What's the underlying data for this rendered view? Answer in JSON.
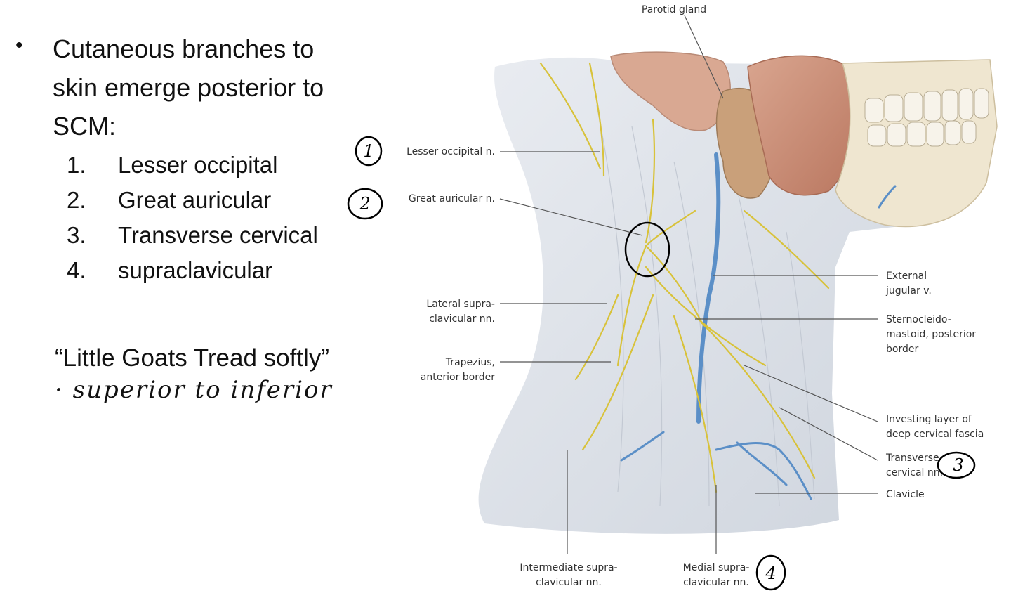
{
  "slide": {
    "bullet_line1": "Cutaneous branches to",
    "bullet_line2": "skin emerge posterior to",
    "bullet_line3": "SCM:",
    "items": [
      {
        "num": "1.",
        "text": "Lesser occipital"
      },
      {
        "num": "2.",
        "text": "Great auricular"
      },
      {
        "num": "3.",
        "text": "Transverse cervical"
      },
      {
        "num": "4.",
        "text": "supraclavicular"
      }
    ],
    "mnemonic": "“Little Goats Tread softly”",
    "handwritten_note": "· superior to inferior"
  },
  "diagram": {
    "labels": {
      "parotid_gland": "Parotid gland",
      "lesser_occipital": "Lesser occipital n.",
      "great_auricular": "Great auricular n.",
      "lateral_supra_1": "Lateral supra-",
      "lateral_supra_2": "clavicular nn.",
      "trapezius_1": "Trapezius,",
      "trapezius_2": "anterior border",
      "external_jugular_1": "External",
      "external_jugular_2": "jugular v.",
      "scm_1": "Sternocleido-",
      "scm_2": "mastoid, posterior",
      "scm_3": "border",
      "investing_1": "Investing layer of",
      "investing_2": "deep cervical fascia",
      "transverse_1": "Transverse",
      "transverse_2": "cervical nn.",
      "clavicle": "Clavicle",
      "intermediate_1": "Intermediate supra-",
      "intermediate_2": "clavicular nn.",
      "medial_1": "Medial supra-",
      "medial_2": "clavicular nn."
    },
    "annotations": [
      "1",
      "2",
      "3",
      "4"
    ],
    "colors": {
      "nerve": "#d8c23a",
      "vein": "#5b8fc7",
      "muscle": "#c98f78",
      "skin": "#dfe3ea",
      "bone": "#efe6d0"
    }
  }
}
